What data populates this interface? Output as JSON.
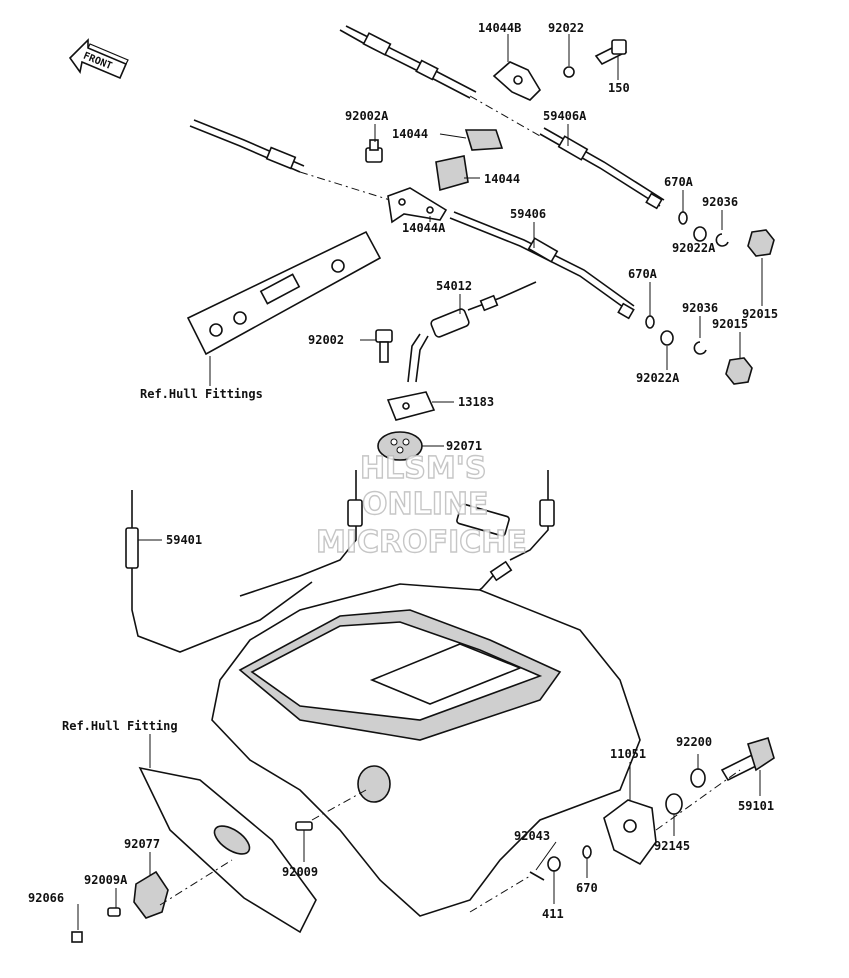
{
  "parts": [
    {
      "id": "p14044b",
      "number": "14044B"
    },
    {
      "id": "p92022",
      "number": "92022"
    },
    {
      "id": "p150",
      "number": "150"
    },
    {
      "id": "p92002a",
      "number": "92002A"
    },
    {
      "id": "p14044-top",
      "number": "14044"
    },
    {
      "id": "p14044-mid",
      "number": "14044"
    },
    {
      "id": "p59406a",
      "number": "59406A"
    },
    {
      "id": "p670a-top",
      "number": "670A"
    },
    {
      "id": "p92036-top",
      "number": "92036"
    },
    {
      "id": "p59406",
      "number": "59406"
    },
    {
      "id": "p14044a",
      "number": "14044A"
    },
    {
      "id": "p92022a-top",
      "number": "92022A"
    },
    {
      "id": "p92015-top",
      "number": "92015"
    },
    {
      "id": "p54012",
      "number": "54012"
    },
    {
      "id": "p670a-bot",
      "number": "670A"
    },
    {
      "id": "p92036-bot",
      "number": "92036"
    },
    {
      "id": "p92015-bot",
      "number": "92015"
    },
    {
      "id": "p92002",
      "number": "92002"
    },
    {
      "id": "p92022a-bot",
      "number": "92022A"
    },
    {
      "id": "p13183",
      "number": "13183"
    },
    {
      "id": "p92071",
      "number": "92071"
    },
    {
      "id": "p59401",
      "number": "59401"
    },
    {
      "id": "p92200",
      "number": "92200"
    },
    {
      "id": "p11051",
      "number": "11051"
    },
    {
      "id": "p59101",
      "number": "59101"
    },
    {
      "id": "p92043",
      "number": "92043"
    },
    {
      "id": "p92145",
      "number": "92145"
    },
    {
      "id": "p670",
      "number": "670"
    },
    {
      "id": "p411",
      "number": "411"
    },
    {
      "id": "p92077",
      "number": "92077"
    },
    {
      "id": "p92009a",
      "number": "92009A"
    },
    {
      "id": "p92066",
      "number": "92066"
    },
    {
      "id": "p92009",
      "number": "92009"
    }
  ],
  "references": {
    "hull_fittings": "Ref.Hull Fittings",
    "hull_fitting": "Ref.Hull Fitting"
  },
  "front_label": "FRONT",
  "watermark": [
    "HLSM'S",
    "ONLINE",
    "MICROFICHE"
  ]
}
